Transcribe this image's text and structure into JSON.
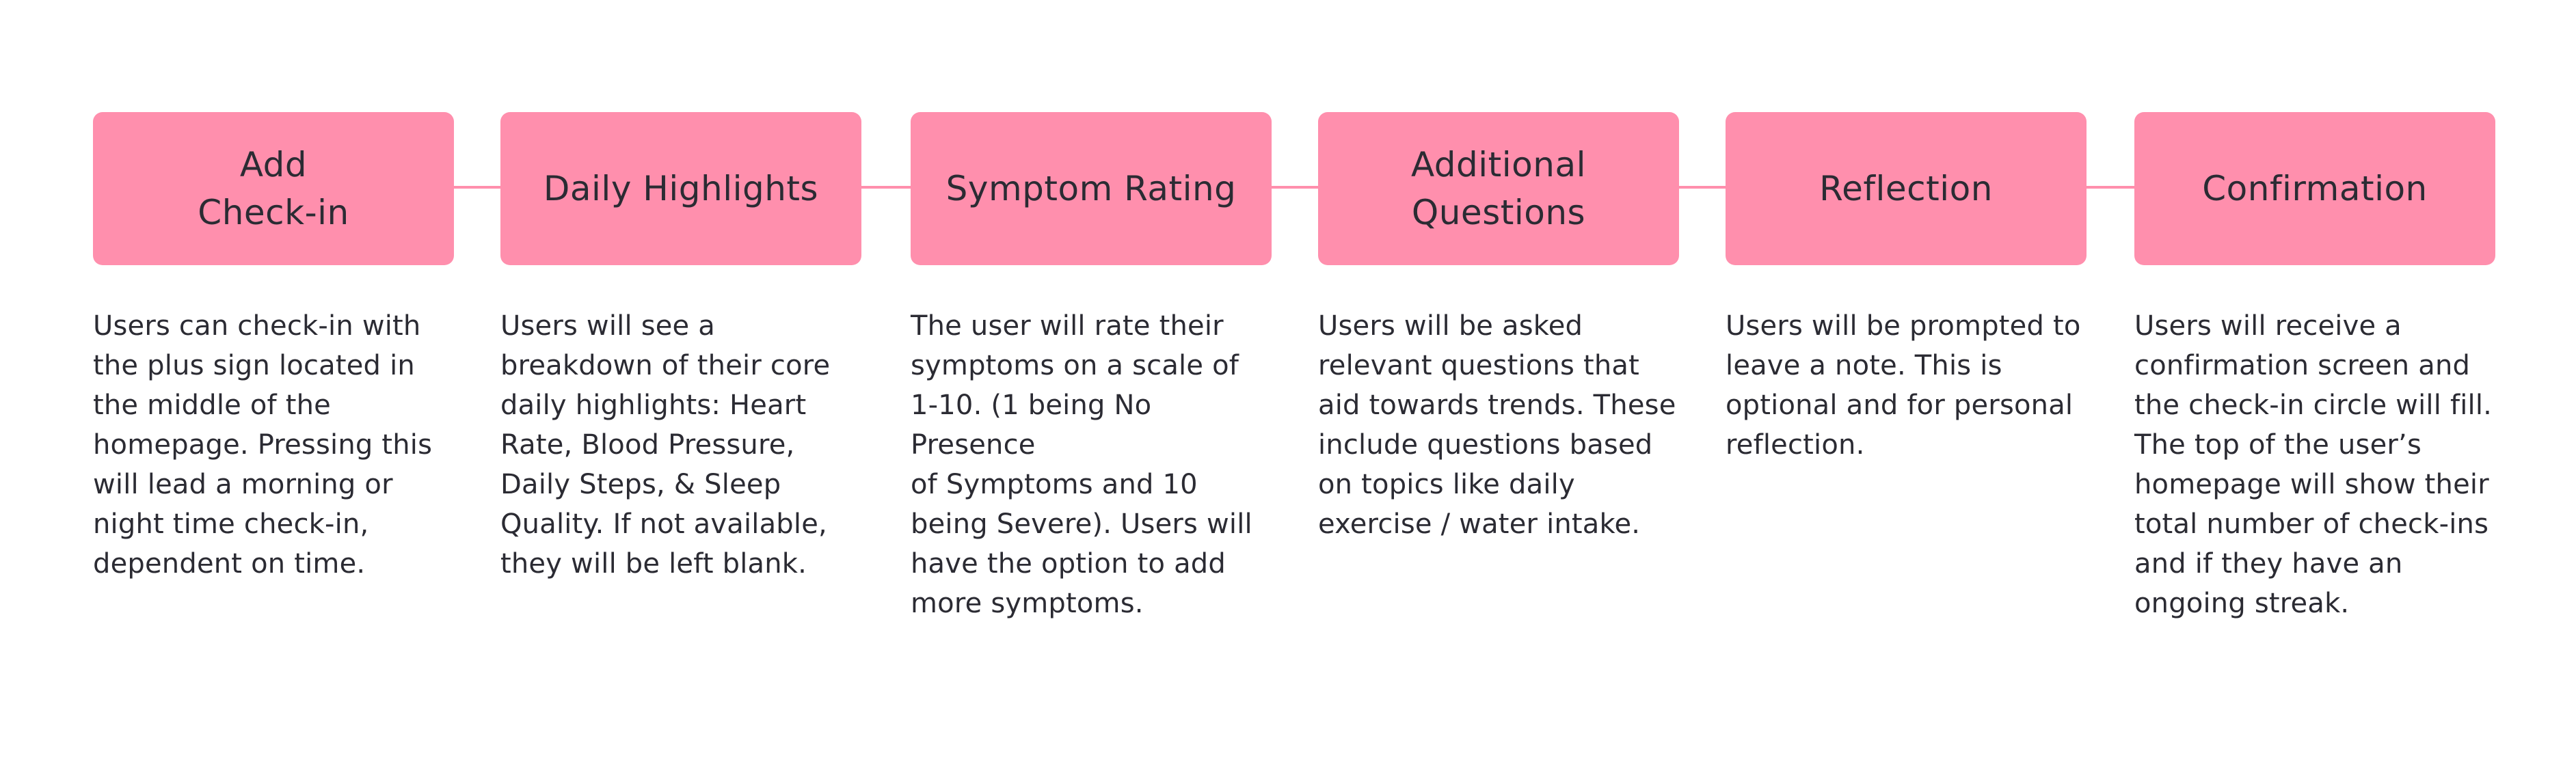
{
  "colors": {
    "box_fill": "#ff8fad",
    "connector": "#ff8fad",
    "text": "#2b2b33",
    "background": "#ffffff"
  },
  "steps": [
    {
      "title": "Add\nCheck-in",
      "description": "Users can check-in with\nthe plus sign located in\nthe middle of the\nhomepage. Pressing this\nwill lead a morning or\nnight time check-in,\ndependent on time."
    },
    {
      "title": "Daily Highlights",
      "description": "Users will see a\nbreakdown of their core\ndaily highlights: Heart\nRate, Blood Pressure,\nDaily Steps, & Sleep\nQuality. If not available,\nthey will be left blank."
    },
    {
      "title": "Symptom Rating",
      "description": "The user will rate their\nsymptoms on a scale of\n1-10. (1 being No Presence\nof Symptoms and 10\nbeing Severe). Users will\nhave the option to add\nmore symptoms."
    },
    {
      "title": "Additional\nQuestions",
      "description": "Users will be asked\nrelevant questions that\naid towards trends. These\ninclude questions based\non topics like daily\nexercise / water intake."
    },
    {
      "title": "Reflection",
      "description": "Users will be prompted to\nleave a note. This is\noptional and for  personal\nreflection."
    },
    {
      "title": "Confirmation",
      "description": "Users will receive a\nconfirmation screen and\nthe check-in circle will fill.\nThe top of the user’s\nhomepage will show their\ntotal number of check-ins\nand if they have an\nongoing streak."
    }
  ]
}
